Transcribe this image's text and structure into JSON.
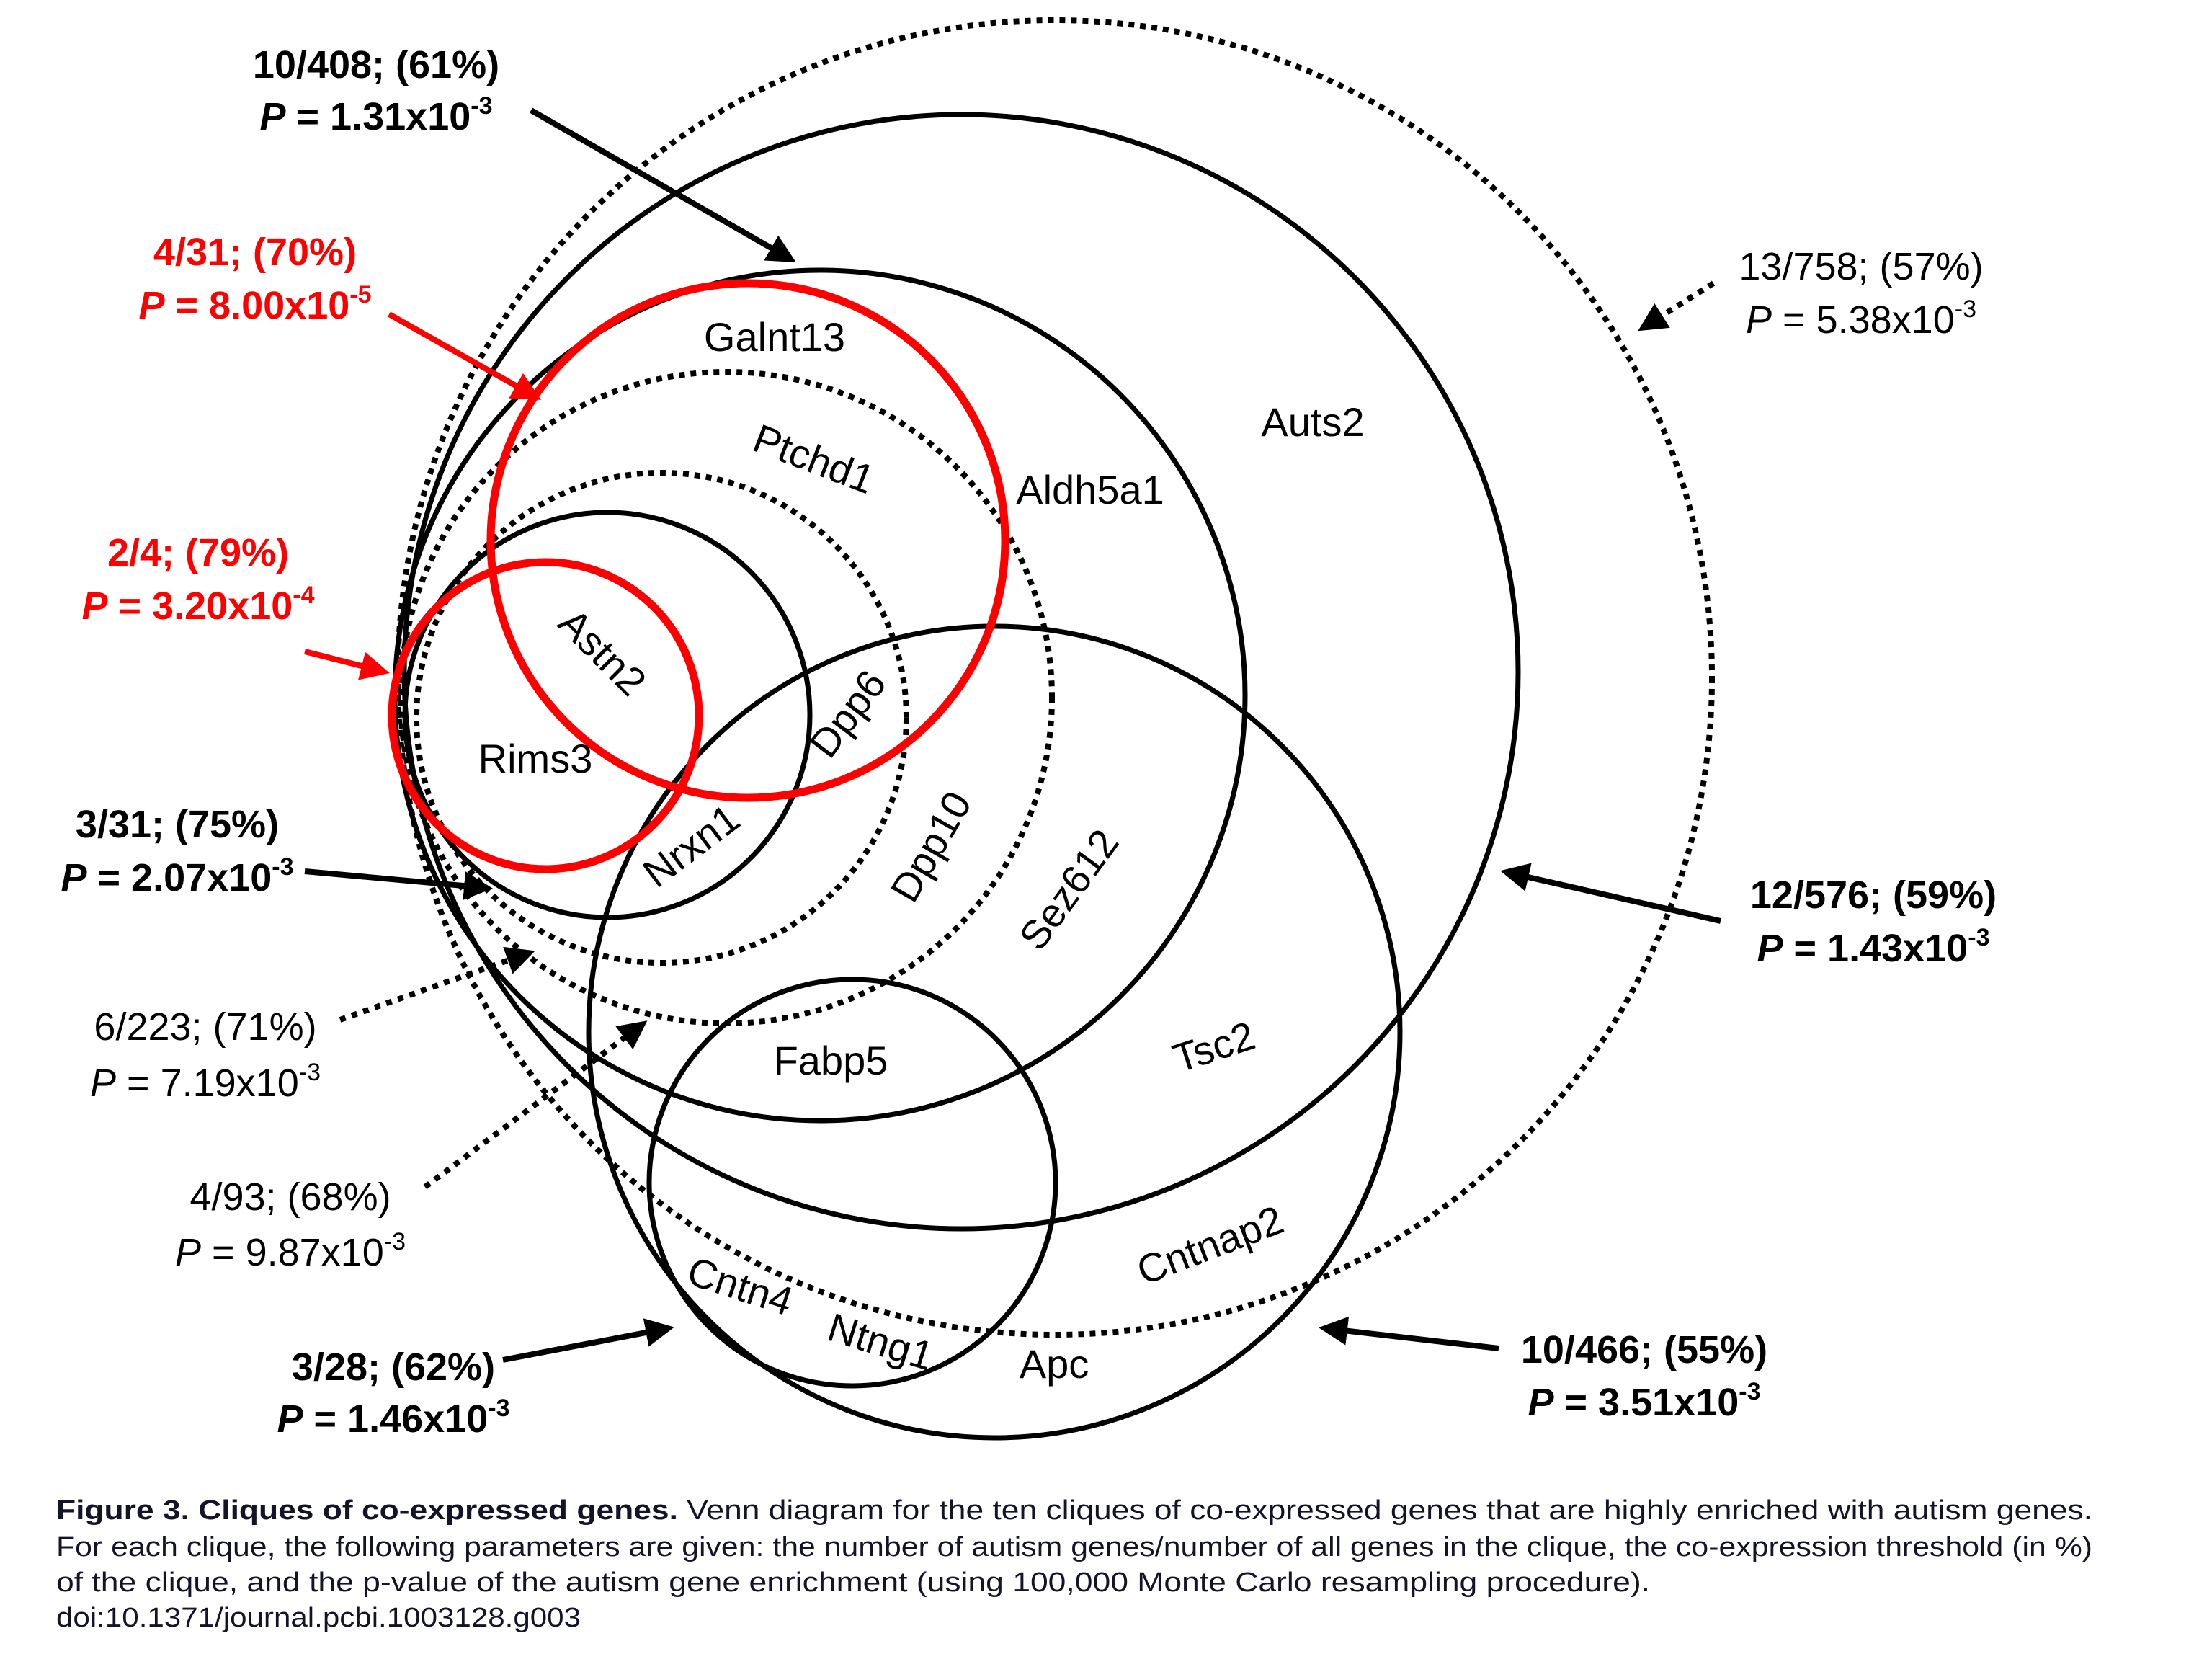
{
  "figure": {
    "number": "Figure 3.",
    "title": "Cliques of co-expressed genes.",
    "caption_lines": [
      " Venn diagram for the ten cliques of co-expressed genes that are highly enriched with autism genes.",
      "For each clique, the following parameters are given: the number of autism genes/number of all genes in the clique, the co-expression threshold (in %)",
      "of the clique, and the p-value of the autism gene enrichment (using 100,000 Monte Carlo resampling procedure).",
      "doi:10.1371/journal.pcbi.1003128.g003"
    ],
    "colors": {
      "highlight": "#ff0000",
      "default": "#000000"
    }
  },
  "p_symbol": "P",
  "cliques": {
    "c10_408": {
      "summary": "10/408; (61%)",
      "autism_genes": 10,
      "total_genes": 408,
      "threshold_pct": 61,
      "p_text": " = 1.31x10",
      "p_exp": "-3",
      "p_value": 0.00131,
      "line_style": "solid",
      "highlighted": false
    },
    "c4_31": {
      "summary": "4/31; (70%)",
      "autism_genes": 4,
      "total_genes": 31,
      "threshold_pct": 70,
      "p_text": " = 8.00x10",
      "p_exp": "-5",
      "p_value": 8e-05,
      "line_style": "solid",
      "highlighted": true
    },
    "c13_758": {
      "summary": "13/758; (57%)",
      "autism_genes": 13,
      "total_genes": 758,
      "threshold_pct": 57,
      "p_text": " = 5.38x10",
      "p_exp": "-3",
      "p_value": 0.00538,
      "line_style": "dotted",
      "highlighted": false
    },
    "c2_4": {
      "summary": "2/4; (79%)",
      "autism_genes": 2,
      "total_genes": 4,
      "threshold_pct": 79,
      "p_text": " = 3.20x10",
      "p_exp": "-4",
      "p_value": 0.00032,
      "line_style": "solid",
      "highlighted": true
    },
    "c3_31": {
      "summary": "3/31; (75%)",
      "autism_genes": 3,
      "total_genes": 31,
      "threshold_pct": 75,
      "p_text": " = 2.07x10",
      "p_exp": "-3",
      "p_value": 0.00207,
      "line_style": "solid",
      "highlighted": false
    },
    "c12_576": {
      "summary": "12/576; (59%)",
      "autism_genes": 12,
      "total_genes": 576,
      "threshold_pct": 59,
      "p_text": " = 1.43x10",
      "p_exp": "-3",
      "p_value": 0.00143,
      "line_style": "solid",
      "highlighted": false
    },
    "c6_223": {
      "summary": "6/223; (71%)",
      "autism_genes": 6,
      "total_genes": 223,
      "threshold_pct": 71,
      "p_text": " = 7.19x10",
      "p_exp": "-3",
      "p_value": 0.00719,
      "line_style": "dotted",
      "highlighted": false
    },
    "c4_93": {
      "summary": "4/93; (68%)",
      "autism_genes": 4,
      "total_genes": 93,
      "threshold_pct": 68,
      "p_text": " = 9.87x10",
      "p_exp": "-3",
      "p_value": 0.00987,
      "line_style": "dotted",
      "highlighted": false
    },
    "c3_28": {
      "summary": "3/28; (62%)",
      "autism_genes": 3,
      "total_genes": 28,
      "threshold_pct": 62,
      "p_text": " = 1.46x10",
      "p_exp": "-3",
      "p_value": 0.00146,
      "line_style": "solid",
      "highlighted": false
    },
    "c10_466": {
      "summary": "10/466; (55%)",
      "autism_genes": 10,
      "total_genes": 466,
      "threshold_pct": 55,
      "p_text": " = 3.51x10",
      "p_exp": "-3",
      "p_value": 0.00351,
      "line_style": "solid",
      "highlighted": false
    }
  },
  "genes": {
    "galnt13": "Galnt13",
    "ptchd1": "Ptchd1",
    "aldh5a1": "Aldh5a1",
    "auts2": "Auts2",
    "astn2": "Astn2",
    "rims3": "Rims3",
    "dpp6": "Dpp6",
    "nrxn1": "Nrxn1",
    "dpp10": "Dpp10",
    "sez612": "Sez612",
    "tsc2": "Tsc2",
    "fabp5": "Fabp5",
    "cntnap2": "Cntnap2",
    "cntn4": "Cntn4",
    "ntng1": "Ntng1",
    "apc": "Apc"
  }
}
